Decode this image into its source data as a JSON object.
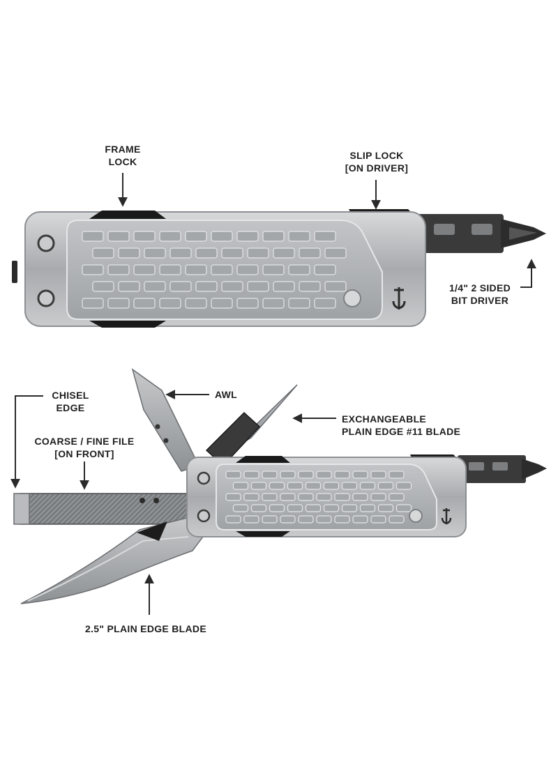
{
  "callouts": {
    "frame_lock": [
      "FRAME",
      "LOCK"
    ],
    "slip_lock": [
      "SLIP LOCK",
      "[ON DRIVER]"
    ],
    "bit_driver": [
      "1/4\" 2 SIDED",
      "BIT DRIVER"
    ],
    "chisel_edge": [
      "CHISEL",
      "EDGE"
    ],
    "awl": [
      "AWL"
    ],
    "exchangeable_blade": [
      "EXCHANGEABLE",
      "PLAIN EDGE #11 BLADE"
    ],
    "file": [
      "COARSE / FINE FILE",
      "[ON FRONT]"
    ],
    "plain_blade": [
      "2.5\" PLAIN EDGE BLADE"
    ]
  },
  "colors": {
    "label_text": "#1e1e1e",
    "arrow": "#2a2a2a",
    "handle_silver": "#b8babd",
    "handle_dark": "#1a1a1a",
    "blade_steel": "#a9abae"
  },
  "icons": {
    "brand_logo": "gerber-logo-icon",
    "arrows": "arrow-icon"
  }
}
